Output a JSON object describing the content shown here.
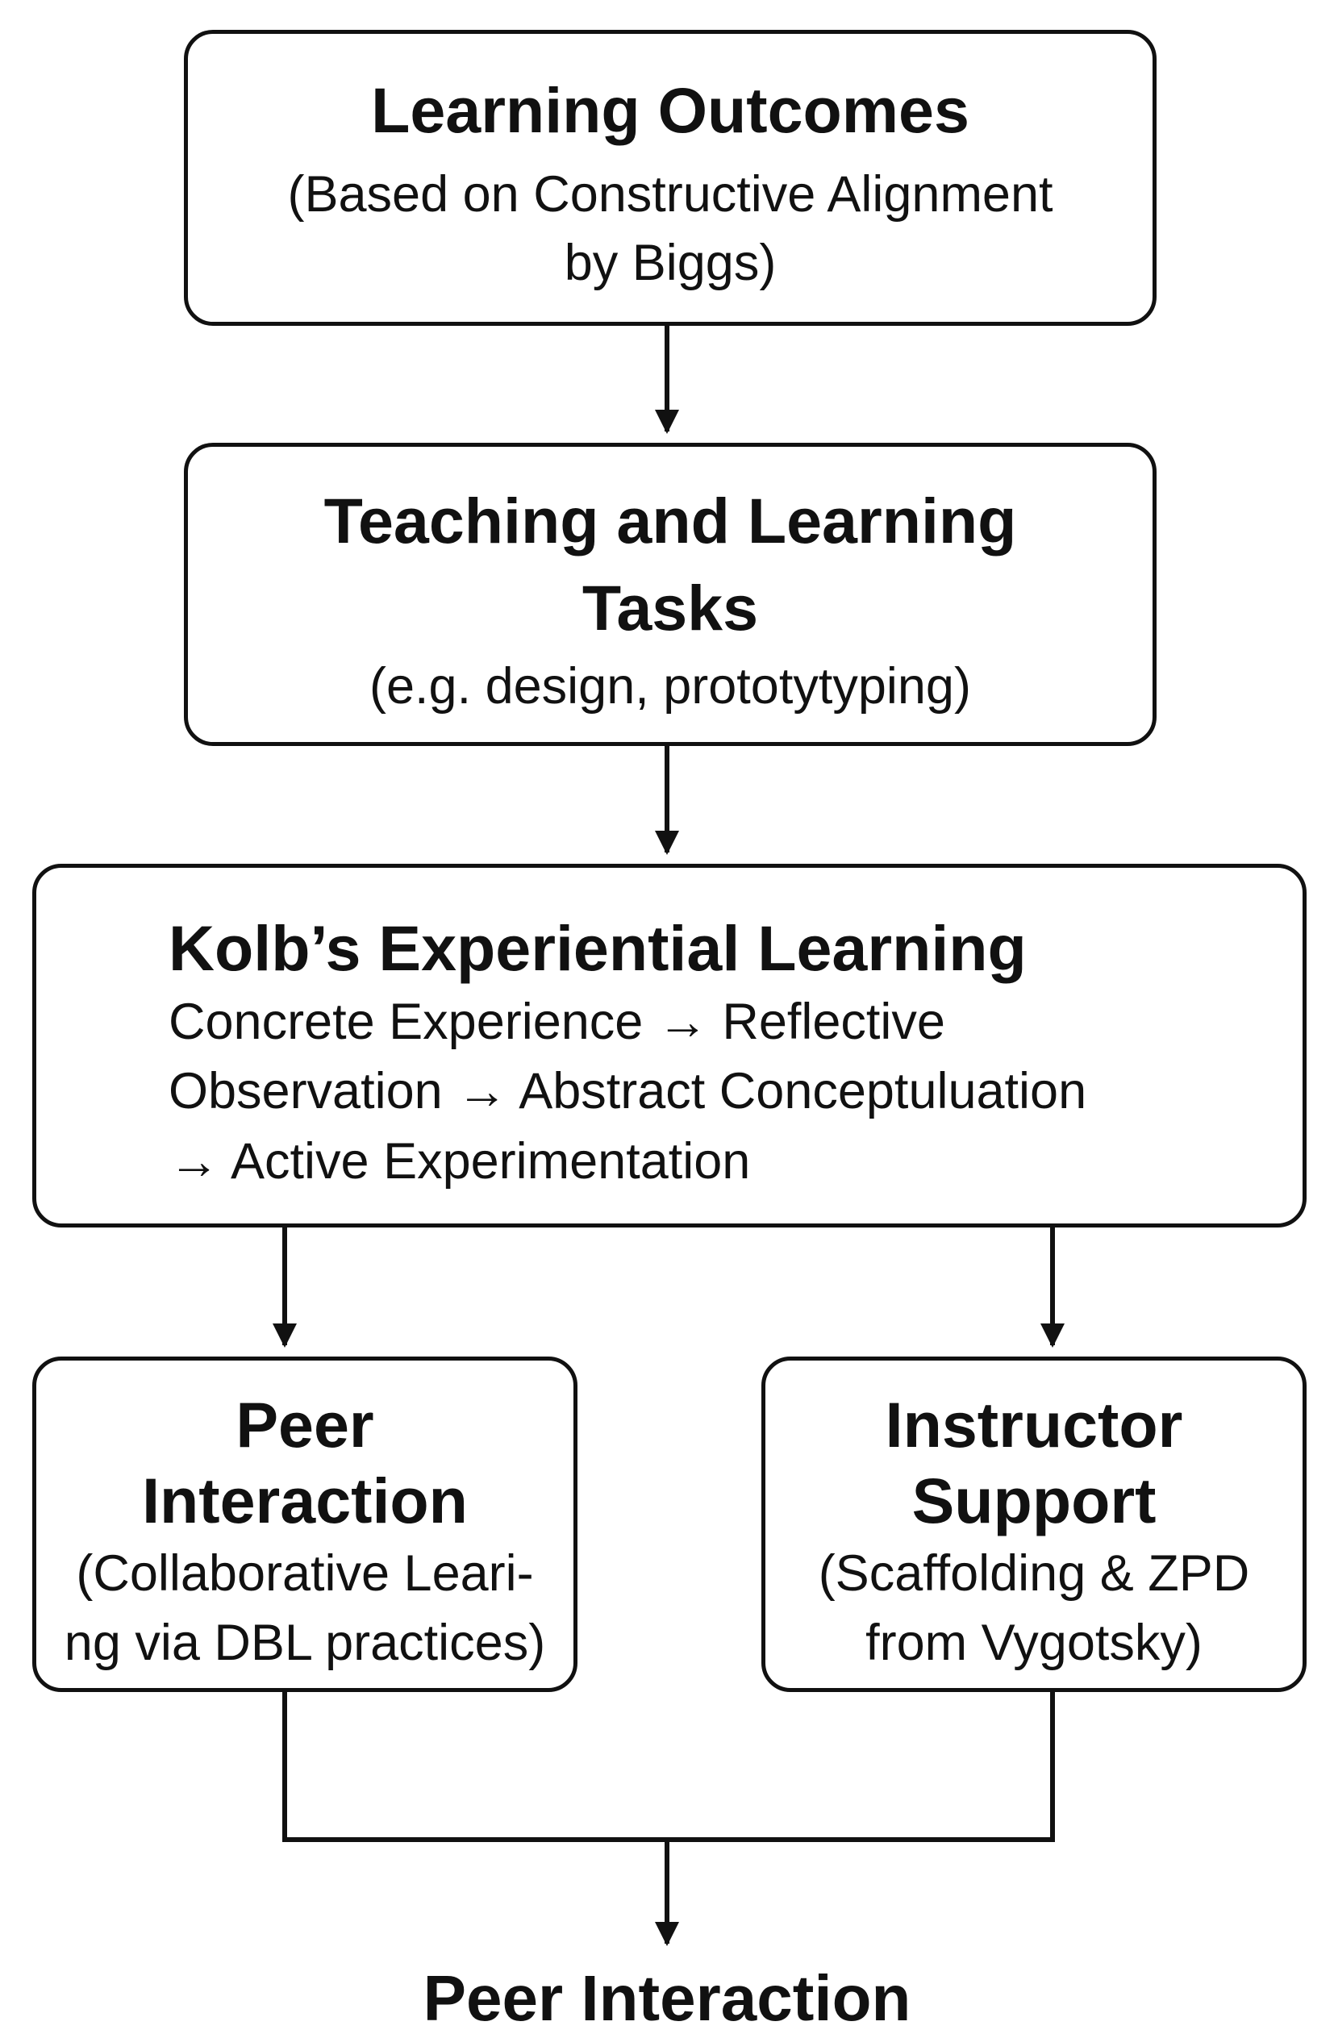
{
  "boxes": {
    "learning_outcomes": {
      "title": "Learning Outcomes",
      "line1": "(Based on Constructive Alignment",
      "line2": "by Biggs)"
    },
    "teaching_tasks": {
      "title_line1": "Teaching and Learning",
      "title_line2": "Tasks",
      "line1": "(e.g. design, prototytyping)"
    },
    "kolb": {
      "title": "Kolb’s Experiential Learning",
      "line1": "Concrete Experience → Reflective",
      "line2": "Observation → Abstract Conceptuluation",
      "line3": "→ Active Experimentation"
    },
    "peer": {
      "title_line1": "Peer",
      "title_line2": "Interaction",
      "line1": "(Collaborative Leari-",
      "line2": "ng via DBL practices)"
    },
    "instructor": {
      "title_line1": "Instructor",
      "title_line2": "Support",
      "line1": "(Scaffolding & ZPD",
      "line2": "from Vygotsky)"
    }
  },
  "footer": {
    "label": "Peer Interaction"
  }
}
